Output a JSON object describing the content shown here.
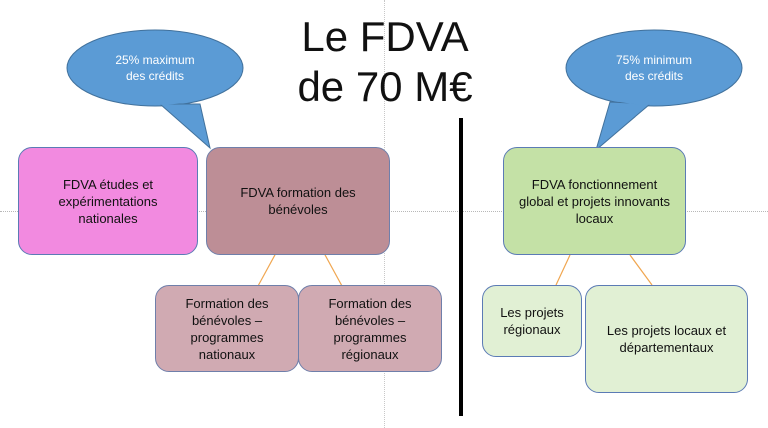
{
  "title": {
    "line1": "Le FDVA",
    "line2": "de 70 M€"
  },
  "callouts": {
    "left": {
      "line1": "25%  maximum",
      "line2": "des crédits"
    },
    "right": {
      "line1": "75%  minimum",
      "line2": "des crédits"
    }
  },
  "boxes": {
    "etudes": {
      "label": "FDVA études et expérimentations nationales"
    },
    "formation": {
      "label": "FDVA formation des bénévoles"
    },
    "programmes_nationaux": {
      "label": "Formation des bénévoles – programmes nationaux"
    },
    "programmes_regionaux": {
      "label": "Formation des bénévoles – programmes régionaux"
    },
    "fonctionnement": {
      "label": "FDVA fonctionnement global et projets innovants locaux"
    },
    "projets_regionaux": {
      "label": "Les projets régionaux"
    },
    "projets_locaux": {
      "label": "Les projets locaux et départementaux"
    }
  },
  "colors": {
    "callout": "#5b9bd5",
    "pink": "#f28ae0",
    "mauve": "#bd8e96",
    "mauve_light": "#d0aab2",
    "green": "#c4e1a6",
    "green_light": "#e1f0d4",
    "connector": "#f0a650"
  }
}
